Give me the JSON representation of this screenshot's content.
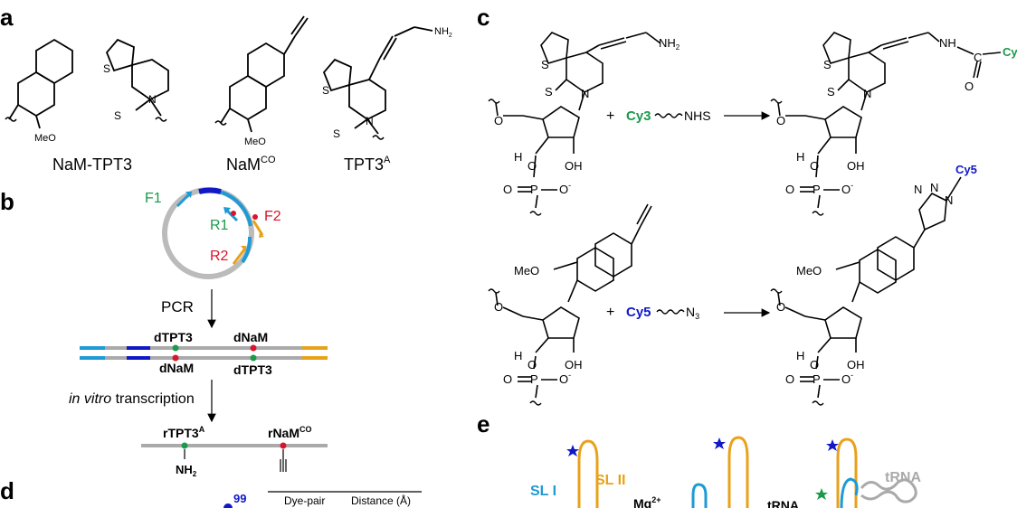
{
  "panels": {
    "a": "a",
    "b": "b",
    "c": "c",
    "d": "d",
    "e": "e"
  },
  "panel_a": {
    "nam_tpt3": "NaM-TPT3",
    "nam_co_base": "NaM",
    "nam_co_sup": "CO",
    "tpt3a_base": "TPT3",
    "tpt3a_sup": "A",
    "meo": "MeO",
    "s": "S",
    "n": "N",
    "nh2": "NH",
    "nh2_sub": "2"
  },
  "panel_b": {
    "f1": "F1",
    "r1": "R1",
    "f2": "F2",
    "r2": "R2",
    "pcr": "PCR",
    "dtpt3_top": "dTPT3",
    "dnam_top": "dNaM",
    "dnam_bottom": "dNaM",
    "dtpt3_bottom": "dTPT3",
    "ivt_italic": "in vitro",
    "ivt_rest": " transcription",
    "rtpt3a_base": "rTPT3",
    "rtpt3a_sup": "A",
    "rnamco_base": "rNaM",
    "rnamco_sup": "CO",
    "nh2": "NH",
    "nh2_sub": "2"
  },
  "panel_c": {
    "plus": "+",
    "cy3": "Cy3",
    "nhs": "NHS",
    "cy5": "Cy5",
    "n3": "N",
    "n3_sub": "3",
    "cy_product_top": "Cy",
    "cy5_product": "Cy5",
    "nh": "NH",
    "c": "C",
    "o": "O",
    "oh": "OH",
    "h": "H",
    "p": "P",
    "o_minus": "O",
    "minus": "-",
    "meo": "MeO",
    "s": "S",
    "n": "N",
    "nh2": "NH",
    "nh2_sub": "2"
  },
  "panel_d": {
    "label_99": "99",
    "col_dye_pair": "Dye-pair",
    "col_distance": "Distance (Å)"
  },
  "panel_e": {
    "sl1": "SL I",
    "sl2": "SL II",
    "mg": "Mg",
    "mg_sup": "2+",
    "trna_label": "tRNA",
    "trna_gray": "tRNA"
  },
  "colors": {
    "green": "#1a9a4a",
    "red": "#d9142b",
    "blue": "#1018c8",
    "cyan": "#1e9ad6",
    "orange": "#e8a21a",
    "gray": "#aaaaaa"
  }
}
